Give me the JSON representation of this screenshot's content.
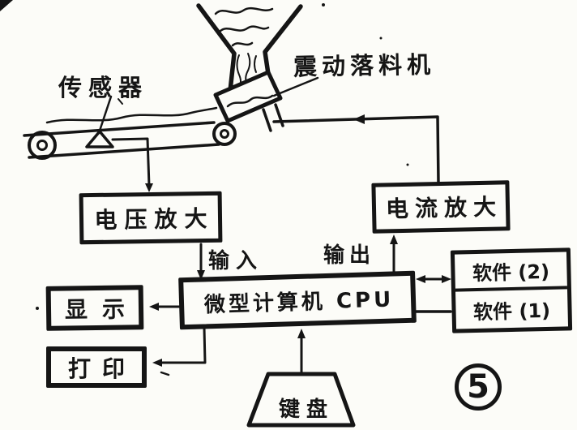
{
  "figure": {
    "number": "5"
  },
  "colors": {
    "ink": "#151515",
    "paper": "#fcfcf8"
  },
  "nodes": {
    "voltage_amp": {
      "label": "电压放大"
    },
    "current_amp": {
      "label": "电流放大"
    },
    "cpu": {
      "label": "微型计算机 CPU"
    },
    "display": {
      "label": "显示"
    },
    "printer": {
      "label": "打印"
    },
    "software2": {
      "label": "软件 (2)"
    },
    "software1": {
      "label": "软件 (1)"
    },
    "keyboard": {
      "label": "键盘"
    }
  },
  "annotations": {
    "sensor": "传感器",
    "vibration_feeder": "震动落料机",
    "input": "输入",
    "output": "输出"
  },
  "edges": [
    {
      "from": "sensor",
      "to": "voltage_amp",
      "type": "arrow"
    },
    {
      "from": "voltage_amp",
      "to": "cpu",
      "type": "arrow",
      "label": "输入"
    },
    {
      "from": "cpu",
      "to": "current_amp",
      "type": "arrow",
      "label": "输出"
    },
    {
      "from": "current_amp",
      "to": "vibration_feeder",
      "type": "arrow"
    },
    {
      "from": "cpu",
      "to": "display",
      "type": "arrow"
    },
    {
      "from": "cpu",
      "to": "printer",
      "type": "arrow"
    },
    {
      "from": "keyboard",
      "to": "cpu",
      "type": "arrow"
    },
    {
      "from": "cpu",
      "to": "software2",
      "type": "double-arrow"
    },
    {
      "from": "cpu",
      "to": "software1",
      "type": "line"
    }
  ]
}
